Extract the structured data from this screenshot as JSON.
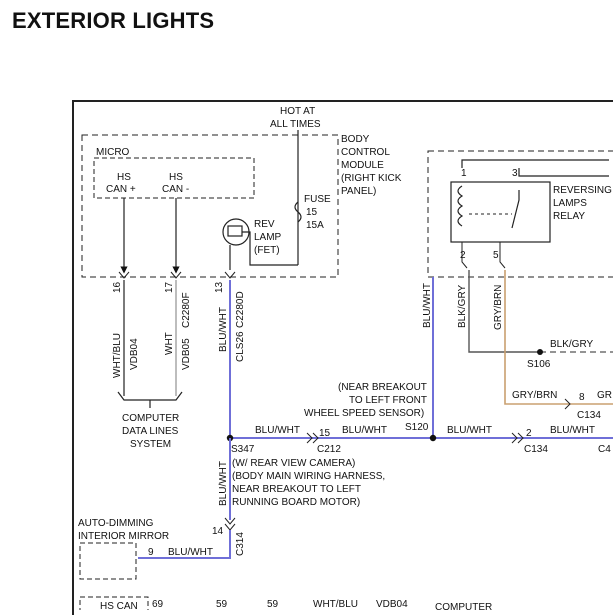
{
  "title": "EXTERIOR LIGHTS",
  "power": {
    "line1": "HOT AT",
    "line2": "ALL TIMES"
  },
  "bcm": {
    "line1": "BODY",
    "line2": "CONTROL",
    "line3": "MODULE",
    "line4": "(RIGHT KICK",
    "line5": "PANEL)"
  },
  "micro": {
    "label": "MICRO",
    "hs_can_plus_1": "HS",
    "hs_can_plus_2": "CAN +",
    "hs_can_minus_1": "HS",
    "hs_can_minus_2": "CAN -"
  },
  "fuse": {
    "l1": "FUSE",
    "l2": "15",
    "l3": "15A"
  },
  "rev_lamp": {
    "l1": "REV",
    "l2": "LAMP",
    "l3": "(FET)"
  },
  "pins": {
    "p16": "16",
    "p17": "17",
    "p13": "13",
    "p14": "14",
    "p9": "9",
    "p15": "15",
    "p2": "2",
    "p8": "8",
    "r1": "1",
    "r3": "3",
    "r2": "2",
    "r5": "5"
  },
  "wires": {
    "wht_blu": "WHT/BLU",
    "vdb04": "VDB04",
    "wht": "WHT",
    "vdb05": "VDB05",
    "c2280f": "C2280F",
    "blu_wht": "BLU/WHT",
    "cls26": "CLS26",
    "c2280d": "C2280D",
    "blk_gry": "BLK/GRY",
    "gry_brn": "GRY/BRN"
  },
  "computer": {
    "l1": "COMPUTER",
    "l2": "DATA LINES",
    "l3": "SYSTEM"
  },
  "relay": {
    "l1": "REVERSING",
    "l2": "LAMPS",
    "l3": "RELAY"
  },
  "near_breakout": {
    "l1": "(NEAR BREAKOUT",
    "l2": "TO LEFT FRONT",
    "l3": "WHEEL SPEED SENSOR)"
  },
  "splices": {
    "s120": "S120",
    "s106": "S106",
    "s347": "S347"
  },
  "connectors": {
    "c212": "C212",
    "c134a": "C134",
    "c134b": "C134",
    "c4": "C4",
    "c314": "C314"
  },
  "s347_note": {
    "l1": "(W/ REAR VIEW CAMERA)",
    "l2": "(BODY MAIN WIRING HARNESS,",
    "l3": "NEAR BREAKOUT TO LEFT",
    "l4": "RUNNING BOARD MOTOR)"
  },
  "mirror": {
    "l1": "AUTO-DIMMING",
    "l2": "INTERIOR MIRROR"
  },
  "bottom": {
    "n1": "69",
    "n2": "59",
    "n3": "59",
    "w1": "WHT/BLU",
    "w2": "VDB04",
    "w3": "COMPUTER",
    "partial": "HS CAN"
  },
  "colors": {
    "blu_wht_wire": "#6f6fd8",
    "gry_brn_wire": "#caa070",
    "blk_gry_wire": "#555555",
    "wht_wire": "#bdbdbd"
  }
}
